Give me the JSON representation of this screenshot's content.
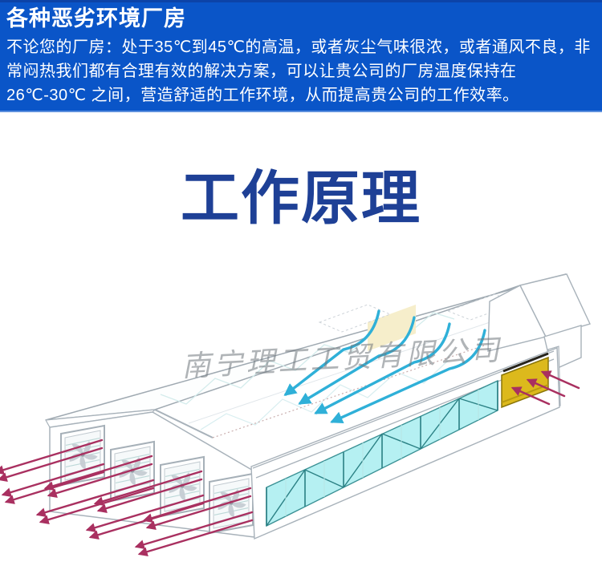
{
  "banner": {
    "title": "各种恶劣环境厂房",
    "description": "不论您的厂房：处于35℃到45℃的高温，或者灰尘气味很浓，或者通风不良，非常闷热我们都有合理有效的解决方案，可以让贵公司的厂房温度保持在 26℃-30℃ 之间，营造舒适的工作环境，从而提高贵公司的工作效率。",
    "bg_color": "#0a55c8",
    "text_color": "#ffffff"
  },
  "section": {
    "heading": "工作原理",
    "heading_color": "#1e4096"
  },
  "diagram": {
    "watermark": "南宁理工工贸有限公司",
    "colors": {
      "cool_air": "#2fb0d8",
      "hot_air": "#a93060",
      "cooling_pad": "#dcb91c",
      "windows": "#b5f0f2",
      "window_frame": "#3a9094",
      "building_line": "#a8b2ba"
    },
    "exhaust_fan_count": 4,
    "exhaust_arrow_count": 16,
    "intake_arrow_count": 3,
    "cool_stream_count": 4
  }
}
